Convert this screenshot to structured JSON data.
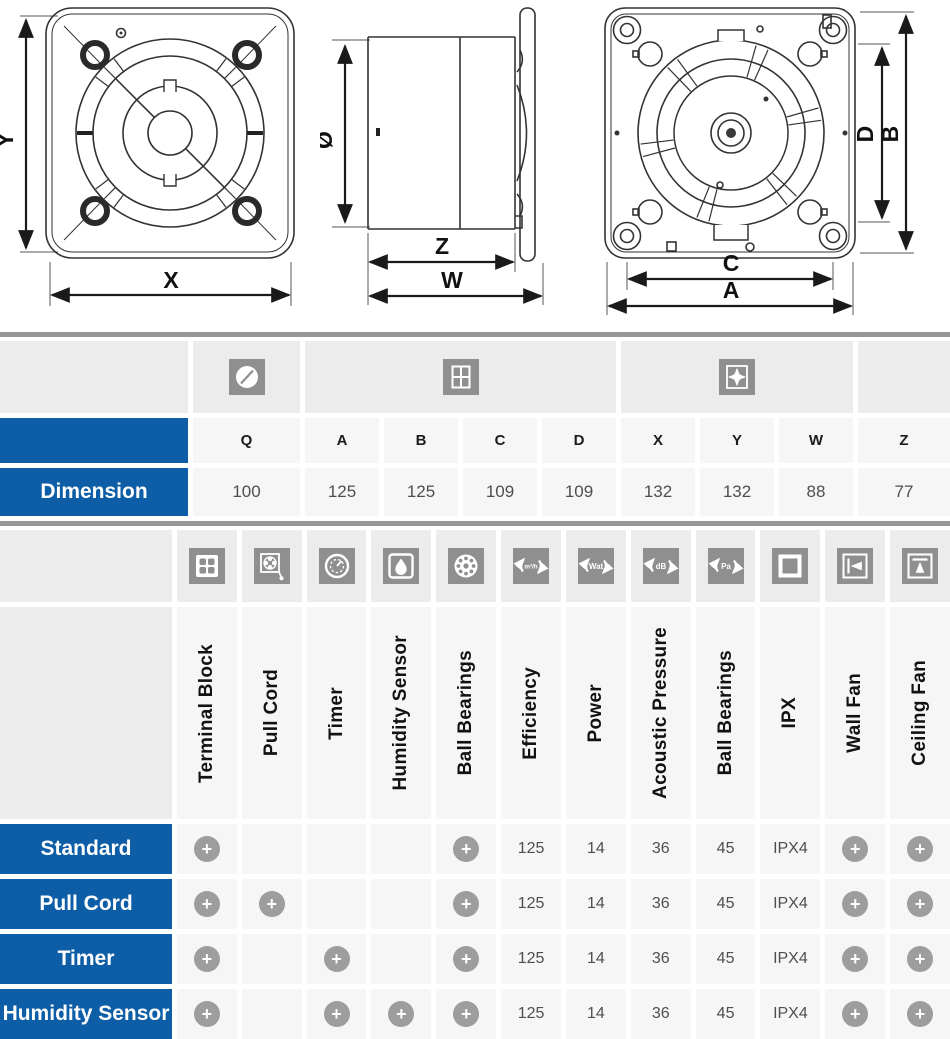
{
  "drawings": {
    "front_view": {
      "height_label": "Y",
      "width_label": "X"
    },
    "side_view": {
      "diameter_label": "Ø",
      "depth_label": "Z",
      "total_depth_label": "W"
    },
    "back_view": {
      "inner_height_label": "D",
      "outer_height_label": "B",
      "inner_width_label": "C",
      "outer_width_label": "A"
    }
  },
  "dimension_table": {
    "row_label": "Dimension",
    "columns": [
      "Q",
      "A",
      "B",
      "C",
      "D",
      "X",
      "Y",
      "W",
      "Z"
    ],
    "values": [
      "100",
      "125",
      "125",
      "109",
      "109",
      "132",
      "132",
      "88",
      "77"
    ]
  },
  "feature_table": {
    "columns": [
      {
        "label": "Terminal Block",
        "icon": "terminal-block-icon"
      },
      {
        "label": "Pull Cord",
        "icon": "pull-cord-icon"
      },
      {
        "label": "Timer",
        "icon": "timer-icon"
      },
      {
        "label": "Humidity Sensor",
        "icon": "humidity-sensor-icon"
      },
      {
        "label": "Ball Bearings",
        "icon": "ball-bearings-icon"
      },
      {
        "label": "Efficiency",
        "icon": "efficiency-icon",
        "icon_text": "m³/h"
      },
      {
        "label": "Power",
        "icon": "power-icon",
        "icon_text": "Wat"
      },
      {
        "label": "Acoustic Pressure",
        "icon": "acoustic-pressure-icon",
        "icon_text": "dB"
      },
      {
        "label": "Ball Bearings",
        "icon": "pa-pressure-icon",
        "icon_text": "Pa"
      },
      {
        "label": "IPX",
        "icon": "ipx-icon"
      },
      {
        "label": "Wall Fan",
        "icon": "wall-fan-icon"
      },
      {
        "label": "Ceiling Fan",
        "icon": "ceiling-fan-icon"
      }
    ],
    "rows": [
      {
        "label": "Standard",
        "cells": [
          "+",
          "",
          "",
          "",
          "+",
          "125",
          "14",
          "36",
          "45",
          "IPX4",
          "+",
          "+"
        ]
      },
      {
        "label": "Pull Cord",
        "cells": [
          "+",
          "+",
          "",
          "",
          "+",
          "125",
          "14",
          "36",
          "45",
          "IPX4",
          "+",
          "+"
        ]
      },
      {
        "label": "Timer",
        "cells": [
          "+",
          "",
          "+",
          "",
          "+",
          "125",
          "14",
          "36",
          "45",
          "IPX4",
          "+",
          "+"
        ]
      },
      {
        "label": "Humidity Sensor",
        "cells": [
          "+",
          "",
          "+",
          "+",
          "+",
          "125",
          "14",
          "36",
          "45",
          "IPX4",
          "+",
          "+"
        ]
      }
    ]
  },
  "colors": {
    "accent_blue": "#0d5ea6",
    "icon_gray": "#8f8f8f",
    "badge_gray": "#9d9d9d",
    "divider_gray": "#979797"
  }
}
